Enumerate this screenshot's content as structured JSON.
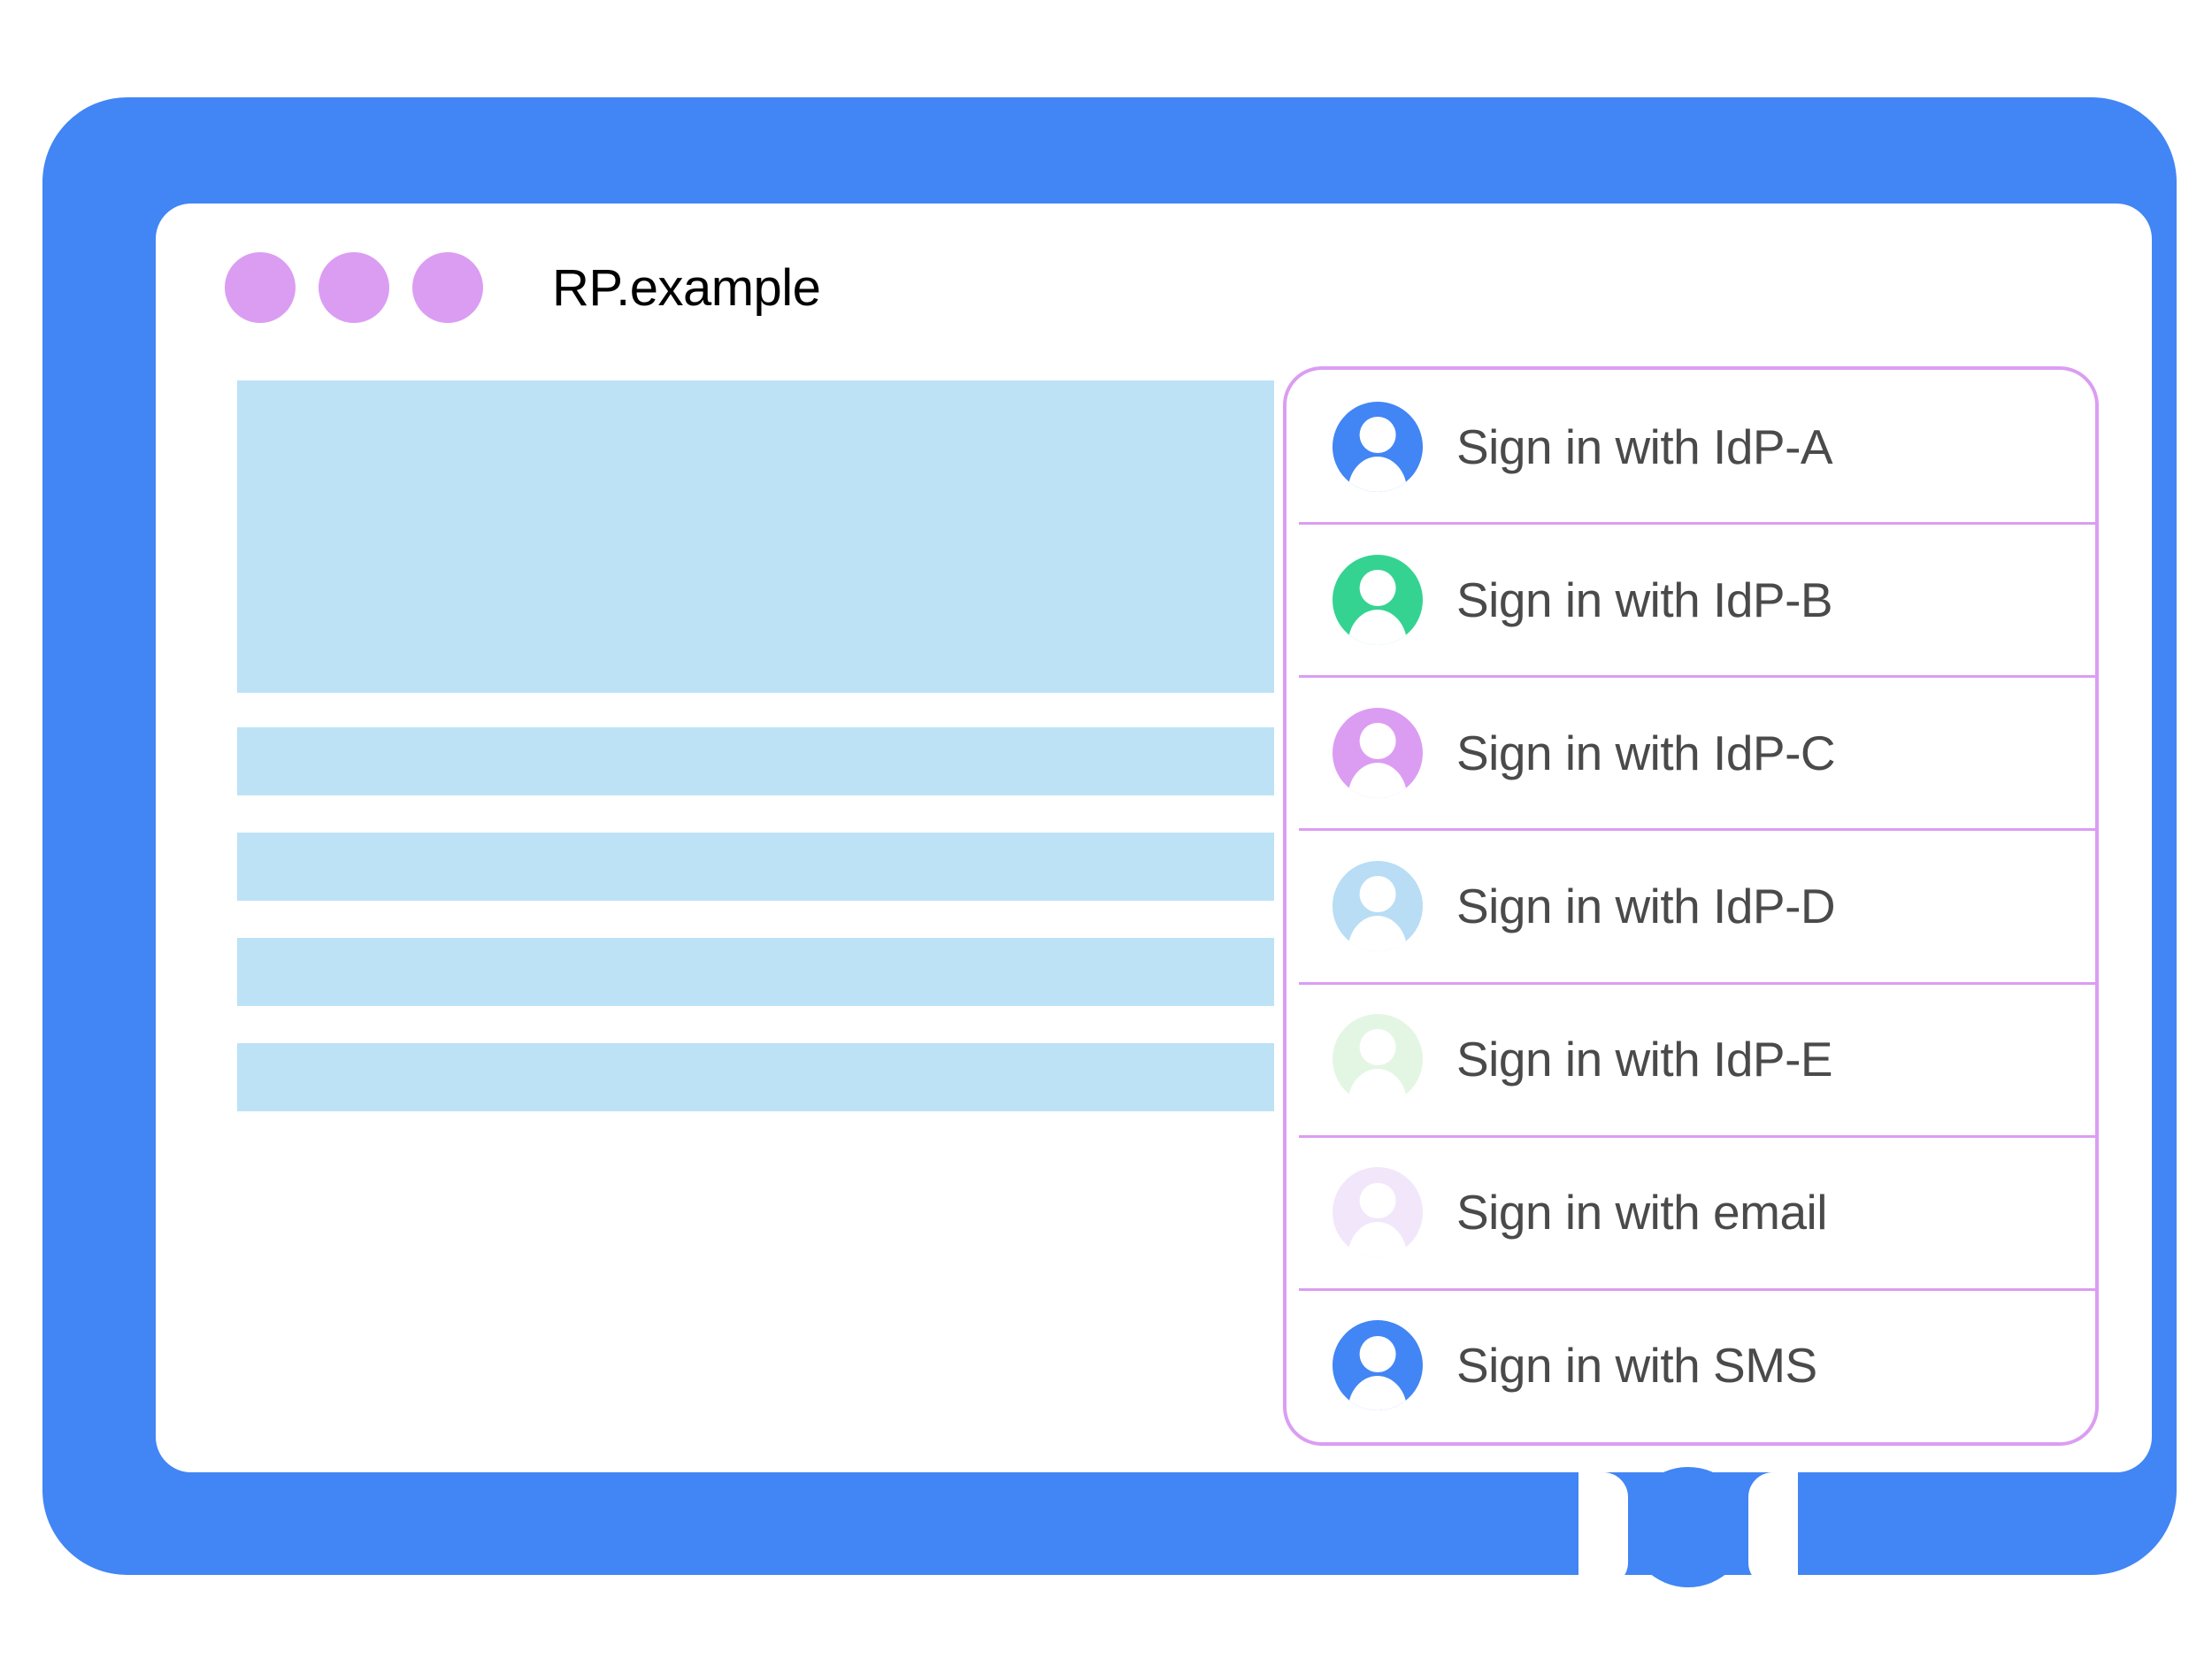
{
  "window": {
    "title": "RP.example",
    "dots": [
      "window-dot-1",
      "window-dot-2",
      "window-dot-3"
    ],
    "dot_color": "#DB9DF2",
    "frame_color": "#4285F4"
  },
  "content": {
    "placeholder_color": "#BDE2F6",
    "blocks": [
      {
        "name": "hero-placeholder"
      },
      {
        "name": "text-bar-placeholder-1"
      },
      {
        "name": "text-bar-placeholder-2"
      },
      {
        "name": "text-bar-placeholder-3"
      },
      {
        "name": "text-bar-placeholder-4"
      }
    ]
  },
  "signin_panel": {
    "border_color": "#DB9DF2",
    "divider_color": "#DB9DF2",
    "label_color": "#4A4A4A",
    "options": [
      {
        "label": "Sign in with IdP-A",
        "icon": "account-avatar-icon",
        "avatar_color": "#4285F4"
      },
      {
        "label": "Sign in with IdP-B",
        "icon": "account-avatar-icon",
        "avatar_color": "#34D391"
      },
      {
        "label": "Sign in with IdP-C",
        "icon": "account-avatar-icon",
        "avatar_color": "#DB9DF2"
      },
      {
        "label": "Sign in with IdP-D",
        "icon": "account-avatar-icon",
        "avatar_color": "#B8DDF5"
      },
      {
        "label": "Sign in with IdP-E",
        "icon": "account-avatar-icon",
        "avatar_color": "#E3F6E3"
      },
      {
        "label": "Sign in with email",
        "icon": "account-avatar-icon",
        "avatar_color": "#F2E6FA"
      },
      {
        "label": "Sign in with SMS",
        "icon": "account-avatar-icon",
        "avatar_color": "#4285F4"
      }
    ]
  }
}
